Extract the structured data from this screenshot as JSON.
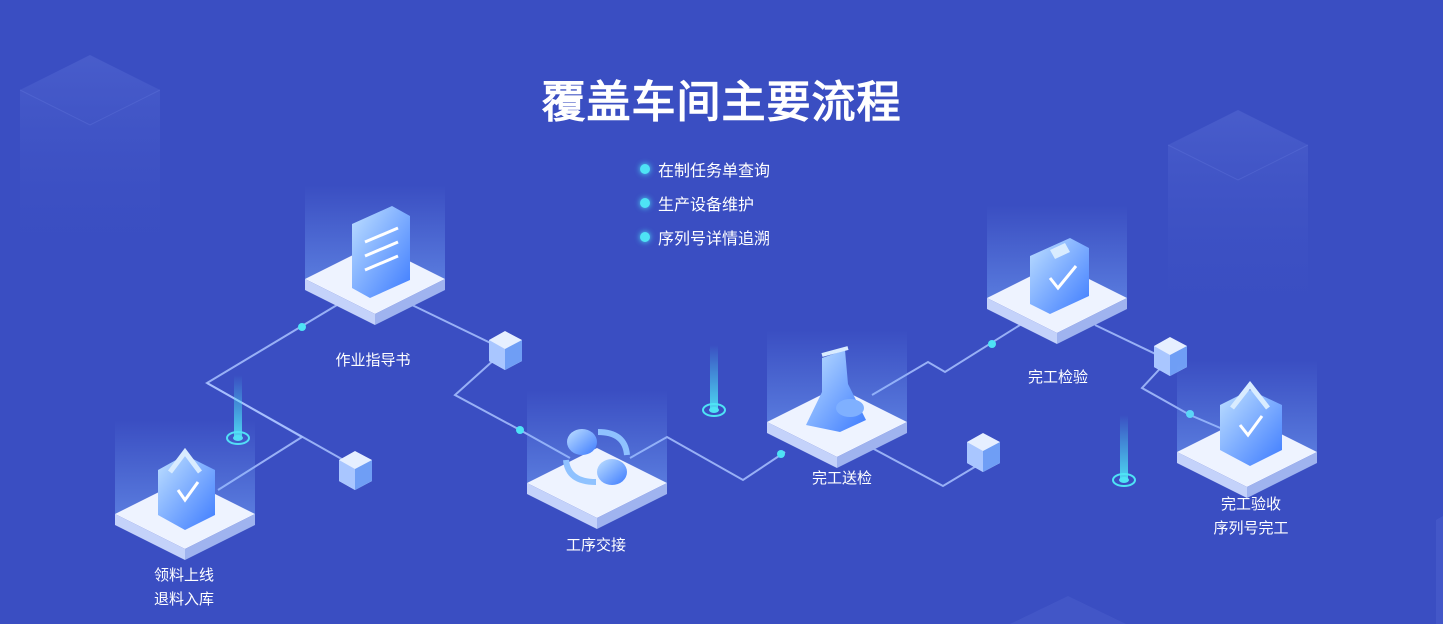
{
  "title": "覆盖车间主要流程",
  "features": [
    "在制任务单查询",
    "生产设备维护",
    "序列号详情追溯"
  ],
  "steps": [
    {
      "id": "material",
      "icon": "basket-icon",
      "lines": [
        "领料上线",
        "退料入库"
      ]
    },
    {
      "id": "guide",
      "icon": "document-icon",
      "lines": [
        "作业指导书"
      ]
    },
    {
      "id": "handover",
      "icon": "exchange-icon",
      "lines": [
        "工序交接"
      ]
    },
    {
      "id": "submit",
      "icon": "lab-flask-icon",
      "lines": [
        "完工送检"
      ]
    },
    {
      "id": "inspect",
      "icon": "clipboard-check-icon",
      "lines": [
        "完工检验"
      ]
    },
    {
      "id": "accept",
      "icon": "basket-check-icon",
      "lines": [
        "完工验收",
        "序列号完工"
      ]
    }
  ],
  "colors": {
    "background": "#3a4ec2",
    "platform_top": "#eef3ff",
    "platform_side": "#b7c6f5",
    "icon": "#5aa0ff",
    "accent": "#4ee3f5",
    "line": "#a9c2ff"
  }
}
